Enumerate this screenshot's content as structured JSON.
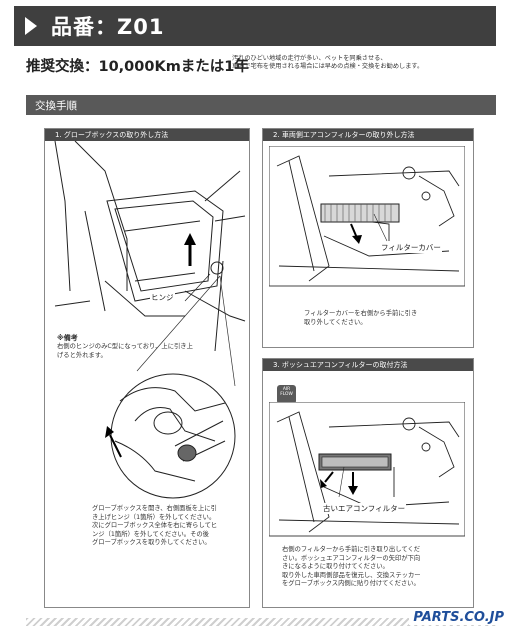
{
  "header": {
    "title": "品番：Z01"
  },
  "recommendation": {
    "label": "推奨交換：10,000Kmまたは1年",
    "note_line1": "汚れのひどい地域の走行が多い、ペットを同乗させる、",
    "note_line2": "車内で宅布を使用される場合には早めの点検・交換をお勧めします。"
  },
  "section": {
    "title": "交換手順"
  },
  "step1": {
    "heading": "1.  グローブボックスの取り外し方法",
    "hinge_label": "ヒンジ",
    "remark_title": "※備考",
    "remark_line1": "右側のヒンジのみC型になっており、上に引き上",
    "remark_line2": "げると外れます。",
    "desc_line1": "グローブボックスを開き、右側面板を上に引",
    "desc_line2": "き上げヒンジ（1箇所）を外してください。",
    "desc_line3": "次にグローブボックス全体を右に寄らしてヒ",
    "desc_line4": "ンジ（1箇所）を外してください。その後",
    "desc_line5": "グローブボックスを取り外してください。"
  },
  "step2": {
    "heading": "2.  車両側エアコンフィルターの取り外し方法",
    "filter_cover_label": "フィルターカバー",
    "desc_line1": "フィルターカバーを右側から手前に引き",
    "desc_line2": "取り外してください。"
  },
  "step3": {
    "heading": "3.  ボッシュエアコンフィルターの取付方法",
    "air_flow_line1": "AIR",
    "air_flow_line2": "FLOW",
    "old_filter_label": "古いエアコンフィルター",
    "desc_line1": "右側のフィルターから手前に引き取り出してくだ",
    "desc_line2": "さい。ボッシュエアコンフィルターの矢印が下向",
    "desc_line3": "きになるように取り付けてください。",
    "desc_line4": "取り外した車両側部品を復元し、交換ステッカー",
    "desc_line5": "をグローブボックス内側に貼り付けてください。"
  },
  "footer": {
    "logo": "PARTS.CO.JP"
  }
}
